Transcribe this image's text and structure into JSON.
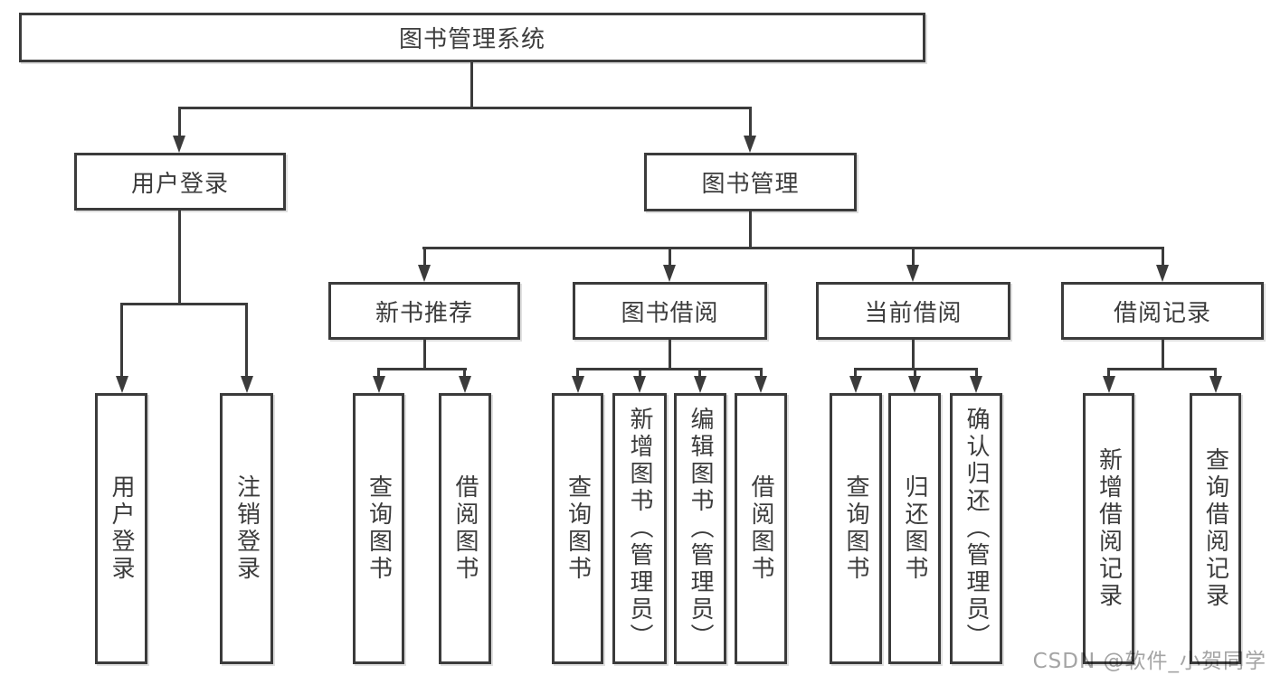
{
  "diagram": {
    "title_node": {
      "label": "图书管理系统"
    },
    "level2": [
      {
        "id": "user-login",
        "label": "用户登录"
      },
      {
        "id": "book-management",
        "label": "图书管理"
      }
    ],
    "level3": [
      {
        "id": "new-book-recommend",
        "label": "新书推荐"
      },
      {
        "id": "book-borrowing",
        "label": "图书借阅"
      },
      {
        "id": "current-borrowing",
        "label": "当前借阅"
      },
      {
        "id": "borrowing-records",
        "label": "借阅记录"
      }
    ],
    "leaves": [
      {
        "id": "user-login-leaf",
        "label": "用户登录"
      },
      {
        "id": "logout",
        "label": "注销登录"
      },
      {
        "id": "query-books-recommend",
        "label": "查询图书"
      },
      {
        "id": "borrow-books-recommend",
        "label": "借阅图书"
      },
      {
        "id": "query-books-borrow",
        "label": "查询图书"
      },
      {
        "id": "add-books-admin",
        "label": "新增图书（管理员）"
      },
      {
        "id": "edit-books-admin",
        "label": "编辑图书（管理员）"
      },
      {
        "id": "borrow-books",
        "label": "借阅图书"
      },
      {
        "id": "query-books-current",
        "label": "查询图书"
      },
      {
        "id": "return-books",
        "label": "归还图书"
      },
      {
        "id": "confirm-return-admin",
        "label": "确认归还（管理员）"
      },
      {
        "id": "add-borrow-record",
        "label": "新增借阅记录"
      },
      {
        "id": "query-borrow-record",
        "label": "查询借阅记录"
      }
    ]
  },
  "watermark": {
    "text": "CSDN @软件_小贺同学"
  },
  "colors": {
    "line": "#3b3b3b",
    "text": "#3c3c3c",
    "background": "#ffffff",
    "watermark": "#949494"
  }
}
